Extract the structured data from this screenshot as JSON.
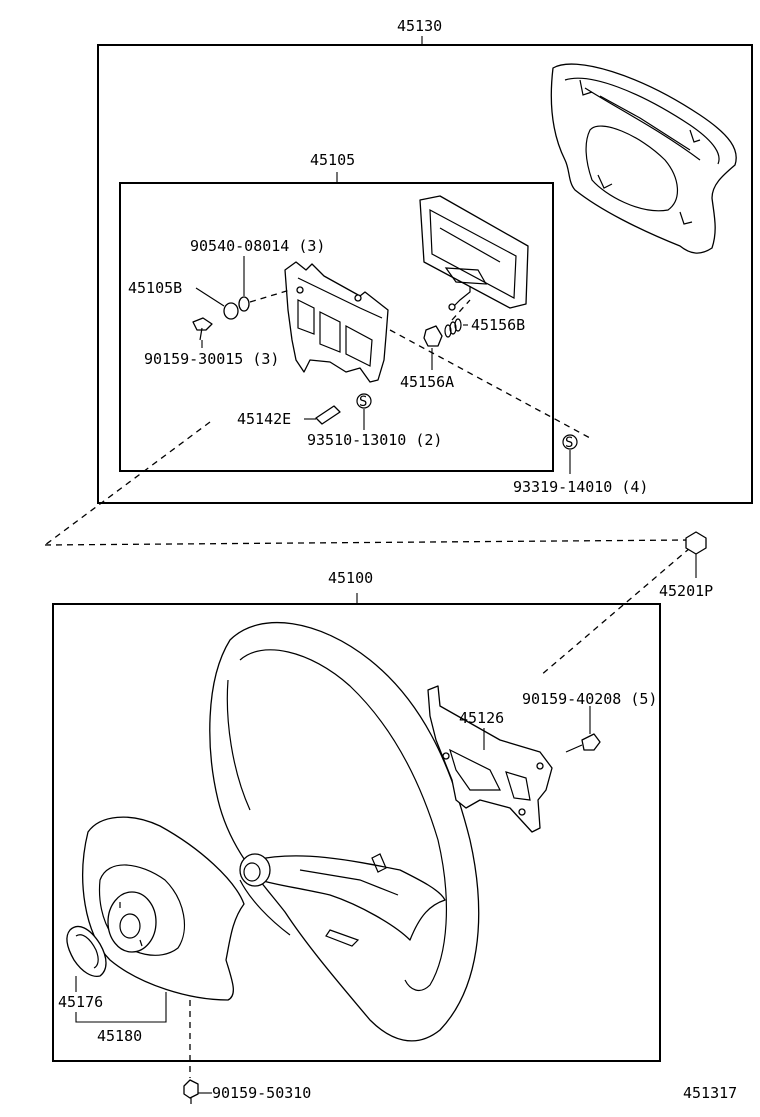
{
  "labels": {
    "p45130": "45130",
    "p45105": "45105",
    "p90540": "90540-08014 (3)",
    "p45105B": "45105B",
    "p90159_30015": "90159-30015 (3)",
    "p45156B": "45156B",
    "p45156A": "45156A",
    "p45142E": "45142E",
    "p93510": "93510-13010 (2)",
    "p93319": "93319-14010 (4)",
    "p45201P": "45201P",
    "p45100": "45100",
    "p90159_40208": "90159-40208 (5)",
    "p45126": "45126",
    "p45176": "45176",
    "p45180": "45180",
    "p90159_50310": "90159-50310",
    "ref": "451317"
  },
  "symbols": {
    "s_mark": "S"
  }
}
